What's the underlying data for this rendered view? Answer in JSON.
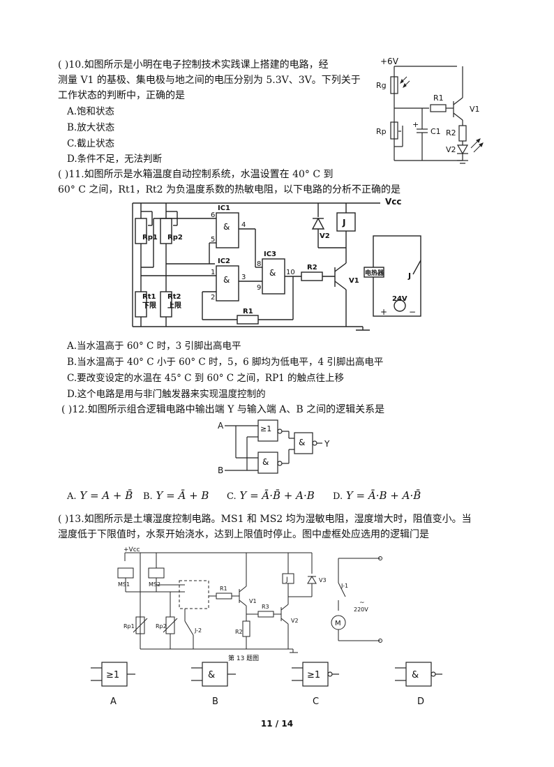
{
  "q10": {
    "line1": "(      )10.如图所示是小明在电子控制技术实践课上搭建的电路，经",
    "line2": "测量 V1 的基极、集电极与地之间的电压分别为 5.3V、3V。下列关于",
    "line3": "工作状态的判断中，正确的是",
    "options": [
      "A.饱和状态",
      "B.放大状态",
      "C.截止状态",
      "D.条件不足，无法判断"
    ],
    "fig": {
      "vsupply": "+6V",
      "rg": "Rg",
      "r1": "R1",
      "v1": "V1",
      "rp": "Rp",
      "c1": "C1",
      "r2": "R2",
      "v2": "V2",
      "plus": "+"
    }
  },
  "q11": {
    "line1": "(      )11.如图所示是水箱温度自动控制系统，水温设置在 40° C 到",
    "line2": "60° C 之间，Rt1，Rt2 为负温度系数的热敏电阻，以下电路的分析不正确的是",
    "options": [
      "A.当水温高于 60° C 时，3 引脚出高电平",
      "B.当水温高于 40° C 小于 60° C 时，5，6 脚均为低电平，4 引脚出高电平",
      "C.要改变设定的水温在 45° C 到 60° C 之间，RP1 的触点往上移",
      "D.这个电路是用与非门触发器来实现温度控制的"
    ],
    "fig": {
      "vcc": "Vcc",
      "rp1": "Rp1",
      "rp2": "Rp2",
      "ic1": "IC1",
      "ic2": "IC2",
      "ic3": "IC3",
      "pin6": "6",
      "pin5": "5",
      "pin4": "4",
      "pin1": "1",
      "pin2": "2",
      "pin3": "3",
      "pin8": "8",
      "pin9": "9",
      "pin10": "10",
      "and": "&",
      "rt1": "Rt1",
      "rt1_note": "下限",
      "rt2": "Rt2",
      "rt2_note": "上限",
      "r1": "R1",
      "r2": "R2",
      "v1": "V1",
      "v2": "V2",
      "j": "J",
      "heater": "电热器",
      "j2": "J",
      "v24": "24V",
      "plus": "+",
      "minus": "−"
    }
  },
  "q12": {
    "line1": "(      )12.如图所示组合逻辑电路中输出端 Y 与输入端 A、B 之间的逻辑关系是",
    "fig": {
      "a": "A",
      "b": "B",
      "y": "Y",
      "or": "≥1",
      "and": "&"
    },
    "answers": [
      {
        "label": "A.",
        "expr": "Y = A + B̄"
      },
      {
        "label": "B.",
        "expr": "Y = Ā + B"
      },
      {
        "label": "C.",
        "expr": "Y = Ā·B̄ + A·B"
      },
      {
        "label": "D.",
        "expr": "Y = Ā·B + A·B̄"
      }
    ]
  },
  "q13": {
    "line1": "(      )13.如图所示是土壤湿度控制电路。MS1 和 MS2 均为湿敏电阻，湿度增大时，阻值变小。当",
    "line2": "湿度低于下限值时，水泵开始浇水，达到上限值时停止。图中虚框处应选用的逻辑门是",
    "fig": {
      "vcc": "+Vcc",
      "ms1": "MS1",
      "ms2": "MS2",
      "r1": "R1",
      "v1": "V1",
      "r3": "R3",
      "v2": "V2",
      "j": "J",
      "v3": "V3",
      "j1": "J-1",
      "ac": "~",
      "v220": "220V",
      "m": "M",
      "rp1": "Rp1",
      "rp2": "Rp2",
      "j2": "J-2",
      "r2": "R2",
      "caption": "第 13 题图"
    },
    "gates": [
      {
        "symbol": "≥1",
        "letter": "A"
      },
      {
        "symbol": "&",
        "letter": "B"
      },
      {
        "symbol": "≥1",
        "letter": "C"
      },
      {
        "symbol": "&",
        "letter": "D"
      }
    ]
  },
  "footer": {
    "page": "11 / 14"
  }
}
